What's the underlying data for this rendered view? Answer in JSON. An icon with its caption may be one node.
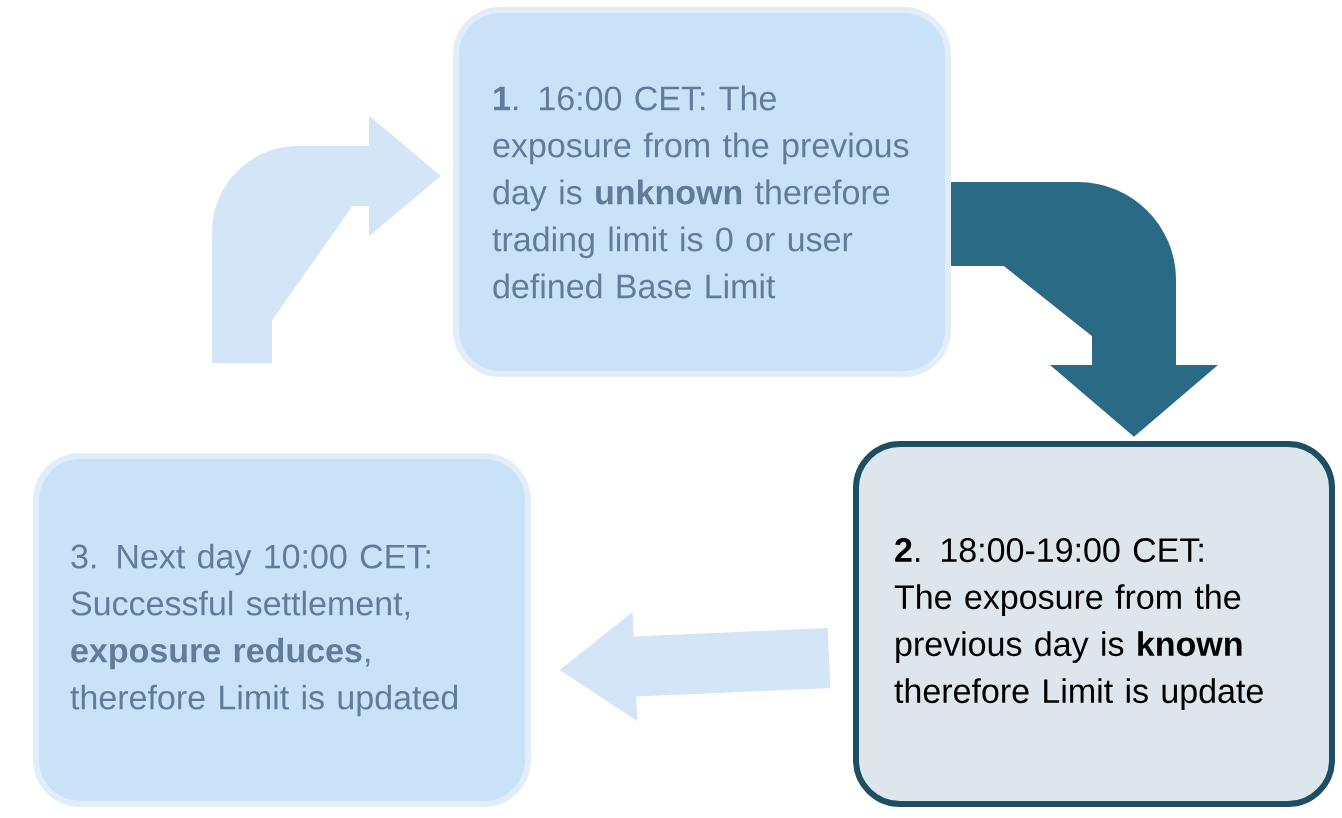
{
  "diagram": {
    "nodes": [
      {
        "text": [
          "**1**. 16:00 CET: The exposure from the previous day is **unknown** therefore trading limit is 0 or user defined Base Limit"
        ]
      },
      {
        "text": [
          "**2**. 18:00-19:00 CET: The exposure from the previous day is **known** therefore Limit is update"
        ]
      },
      {
        "text": [
          "3. Next day 10:00 CET: Successful settlement, **exposure reduces**, therefore Limit is updated"
        ]
      }
    ],
    "edges": [
      {
        "from": 0,
        "to": 1,
        "arrow": "to",
        "color": "#2b6a85"
      },
      {
        "from": 1,
        "to": 2,
        "arrow": "to"
      },
      {
        "from": 2,
        "to": 0,
        "arrow": "to"
      }
    ]
  }
}
